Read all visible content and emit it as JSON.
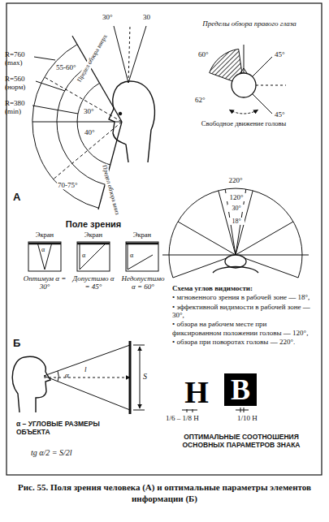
{
  "diagram": {
    "caption": "Рис. 55. Поля зрения человека (А) и оптимальные параметры элементов информации (Б)",
    "nodes": [
      {
        "text": [
          "Н"
        ]
      },
      {
        "text": [
          "В"
        ]
      }
    ],
    "labels": [
      "Пределы обзора правого глаза",
      "R=760 (max)",
      "R=560 (норм)",
      "R=380 (min)",
      "55-60°",
      "Предел обзора вверх",
      "30°",
      "30",
      "30°",
      "40°",
      "Предел обзора вниз",
      "70-75°",
      "60°",
      "45°",
      "45°",
      "62°",
      "Свободное движение головы",
      "А",
      "220°",
      "120°",
      "30°",
      "18°",
      "Поле зрения",
      "Экран",
      "Экран",
      "Экран",
      "α",
      "α",
      "α",
      "Оптимум α = 30°",
      "Допустимо α = 45°",
      "Недопустимо α = 60°",
      "Схема углов видимости:",
      "• мгновенного зрения в рабочей зоне — 18°,",
      "• эффективной видимости в рабочей зоне — 30°,",
      "• обзора на рабочем месте при фиксированном положении головы — 120°,",
      "• обзора при поворотах головы — 220°.",
      "Б",
      "α",
      "l",
      "S",
      "α – УГЛОВЫЕ РАЗМЕРЫ ОБЪЕКТА",
      "tg α/2 = S/2l",
      "1/6 – 1/8 Н",
      "1/10 Н",
      "ОПТИМАЛЬНЫЕ СООТНОШЕНИЯ ОСНОВНЫХ ПАРАМЕТРОВ ЗНАКА"
    ]
  }
}
